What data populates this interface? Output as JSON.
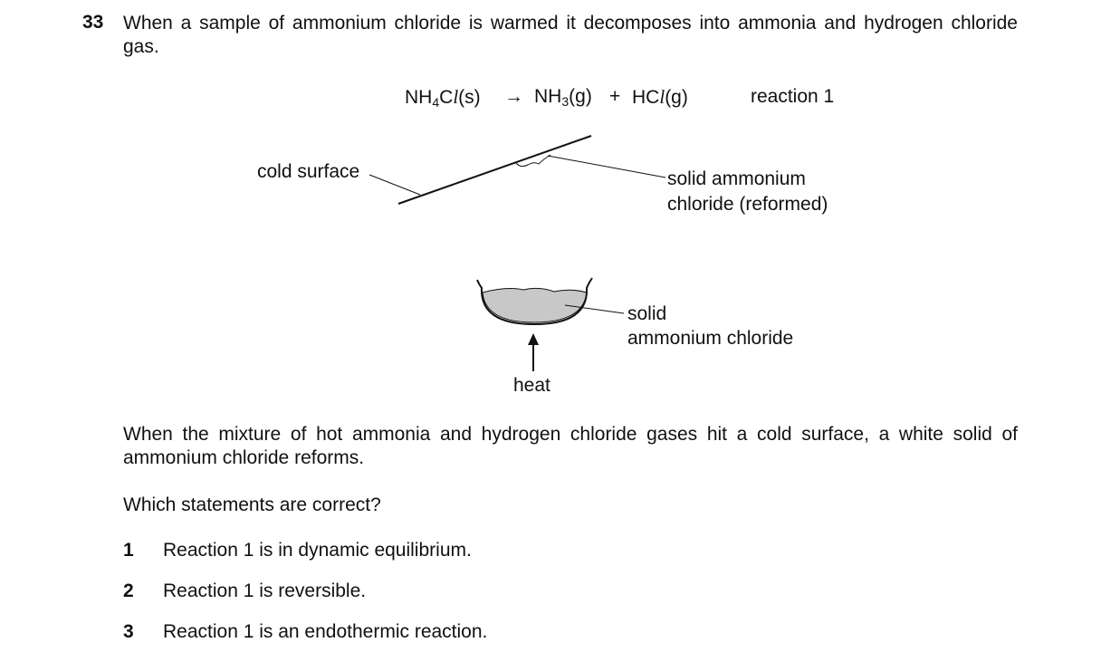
{
  "question": {
    "number": "33",
    "stem": "When a sample of ammonium chloride is warmed it decomposes into ammonia and hydrogen chloride gas."
  },
  "equation": {
    "reactant_main": "NH",
    "reactant_sub": "4",
    "reactant_tail": "C",
    "reactant_l": "l",
    "reactant_state": "(s)",
    "arrow": "→",
    "product1_main": "NH",
    "product1_sub": "3",
    "product1_state": "(g)",
    "plus": "+",
    "product2_main": "HC",
    "product2_l": "l",
    "product2_state": "(g)",
    "label": "reaction 1"
  },
  "diagram": {
    "cold_surface_label": "cold surface",
    "reformed_label_line1": "solid ammonium",
    "reformed_label_line2": "chloride (reformed)",
    "solid_label_line1": "solid",
    "solid_label_line2": "ammonium chloride",
    "heat_label": "heat"
  },
  "paragraph": "When the mixture of hot ammonia and hydrogen chloride gases hit a cold surface, a white solid of ammonium chloride reforms.",
  "prompt": "Which statements are correct?",
  "statements": [
    {
      "num": "1",
      "text": "Reaction 1 is in dynamic equilibrium."
    },
    {
      "num": "2",
      "text": "Reaction 1 is reversible."
    },
    {
      "num": "3",
      "text": "Reaction 1 is an endothermic reaction."
    }
  ]
}
